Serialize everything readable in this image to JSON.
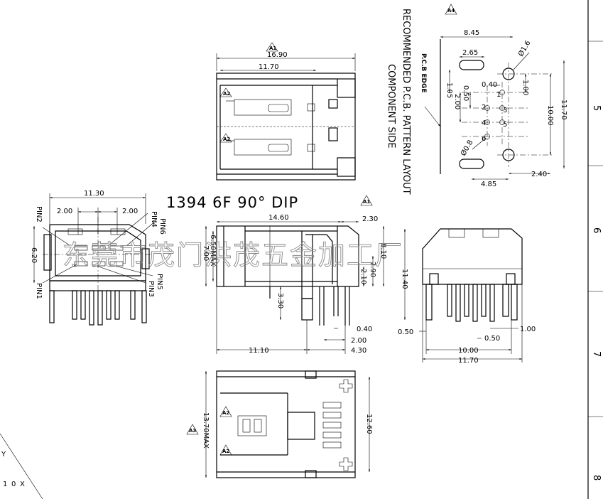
{
  "title": "1394 6F 90° DIP",
  "watermark": "东莞市茂门洪茂五金加工厂",
  "pcb": {
    "note_line1": "RECOMMENDED P.C.B. PATTERN LAYOUT",
    "note_line2": "COMPONENT SIDE",
    "edge_label": "P.C.B EDGE",
    "dims": {
      "w845": "8.45",
      "w265": "2.65",
      "h105": "1.05",
      "w040": "0.40",
      "h050": "0.50",
      "h200": "2.00",
      "h100": "1.00",
      "h1000": "10.00",
      "h1170": "11.70",
      "w240": "2.40",
      "w485": "4.85",
      "dia1": "Ø1.6",
      "dia2": "Ø0.8"
    },
    "pins": [
      "1",
      "2",
      "3",
      "4",
      "5",
      "6"
    ]
  },
  "top_view": {
    "dims": {
      "w1690": "16.90",
      "w1170": "11.70"
    }
  },
  "front_view": {
    "dims": {
      "w1130": "11.30",
      "w200a": "2.00",
      "w200b": "2.00",
      "h620": "6.20"
    },
    "pins": {
      "pin1": "PIN1",
      "pin2": "PIN2",
      "pin3": "PIN3",
      "pin4": "PIN4",
      "pin5": "PIN5",
      "pin6": "PIN6"
    }
  },
  "side_view": {
    "dims": {
      "w1460": "14.60",
      "w230": "2.30",
      "h700": "7.00",
      "h650": "6.50MAX",
      "h810": "8.10",
      "h290": "2.90",
      "h210": "2.10",
      "h330": "3.30",
      "w040": "0.40",
      "w200": "2.00",
      "w1110": "11.10",
      "w430": "4.30"
    }
  },
  "rear_view": {
    "dims": {
      "h1140": "11.40",
      "w050a": "0.50",
      "w050b": "0.50",
      "w100": "1.00",
      "w1000": "10.00",
      "w1170": "11.70"
    }
  },
  "bottom_view": {
    "dims": {
      "h1370": "13.70MAX",
      "h1260": "12.60"
    }
  },
  "revisions": {
    "r1": "A1",
    "r2": "A2",
    "r3": "A3",
    "r4": "A4"
  },
  "zones": {
    "z5": "5",
    "z6": "6",
    "z7": "7",
    "z8": "8"
  }
}
